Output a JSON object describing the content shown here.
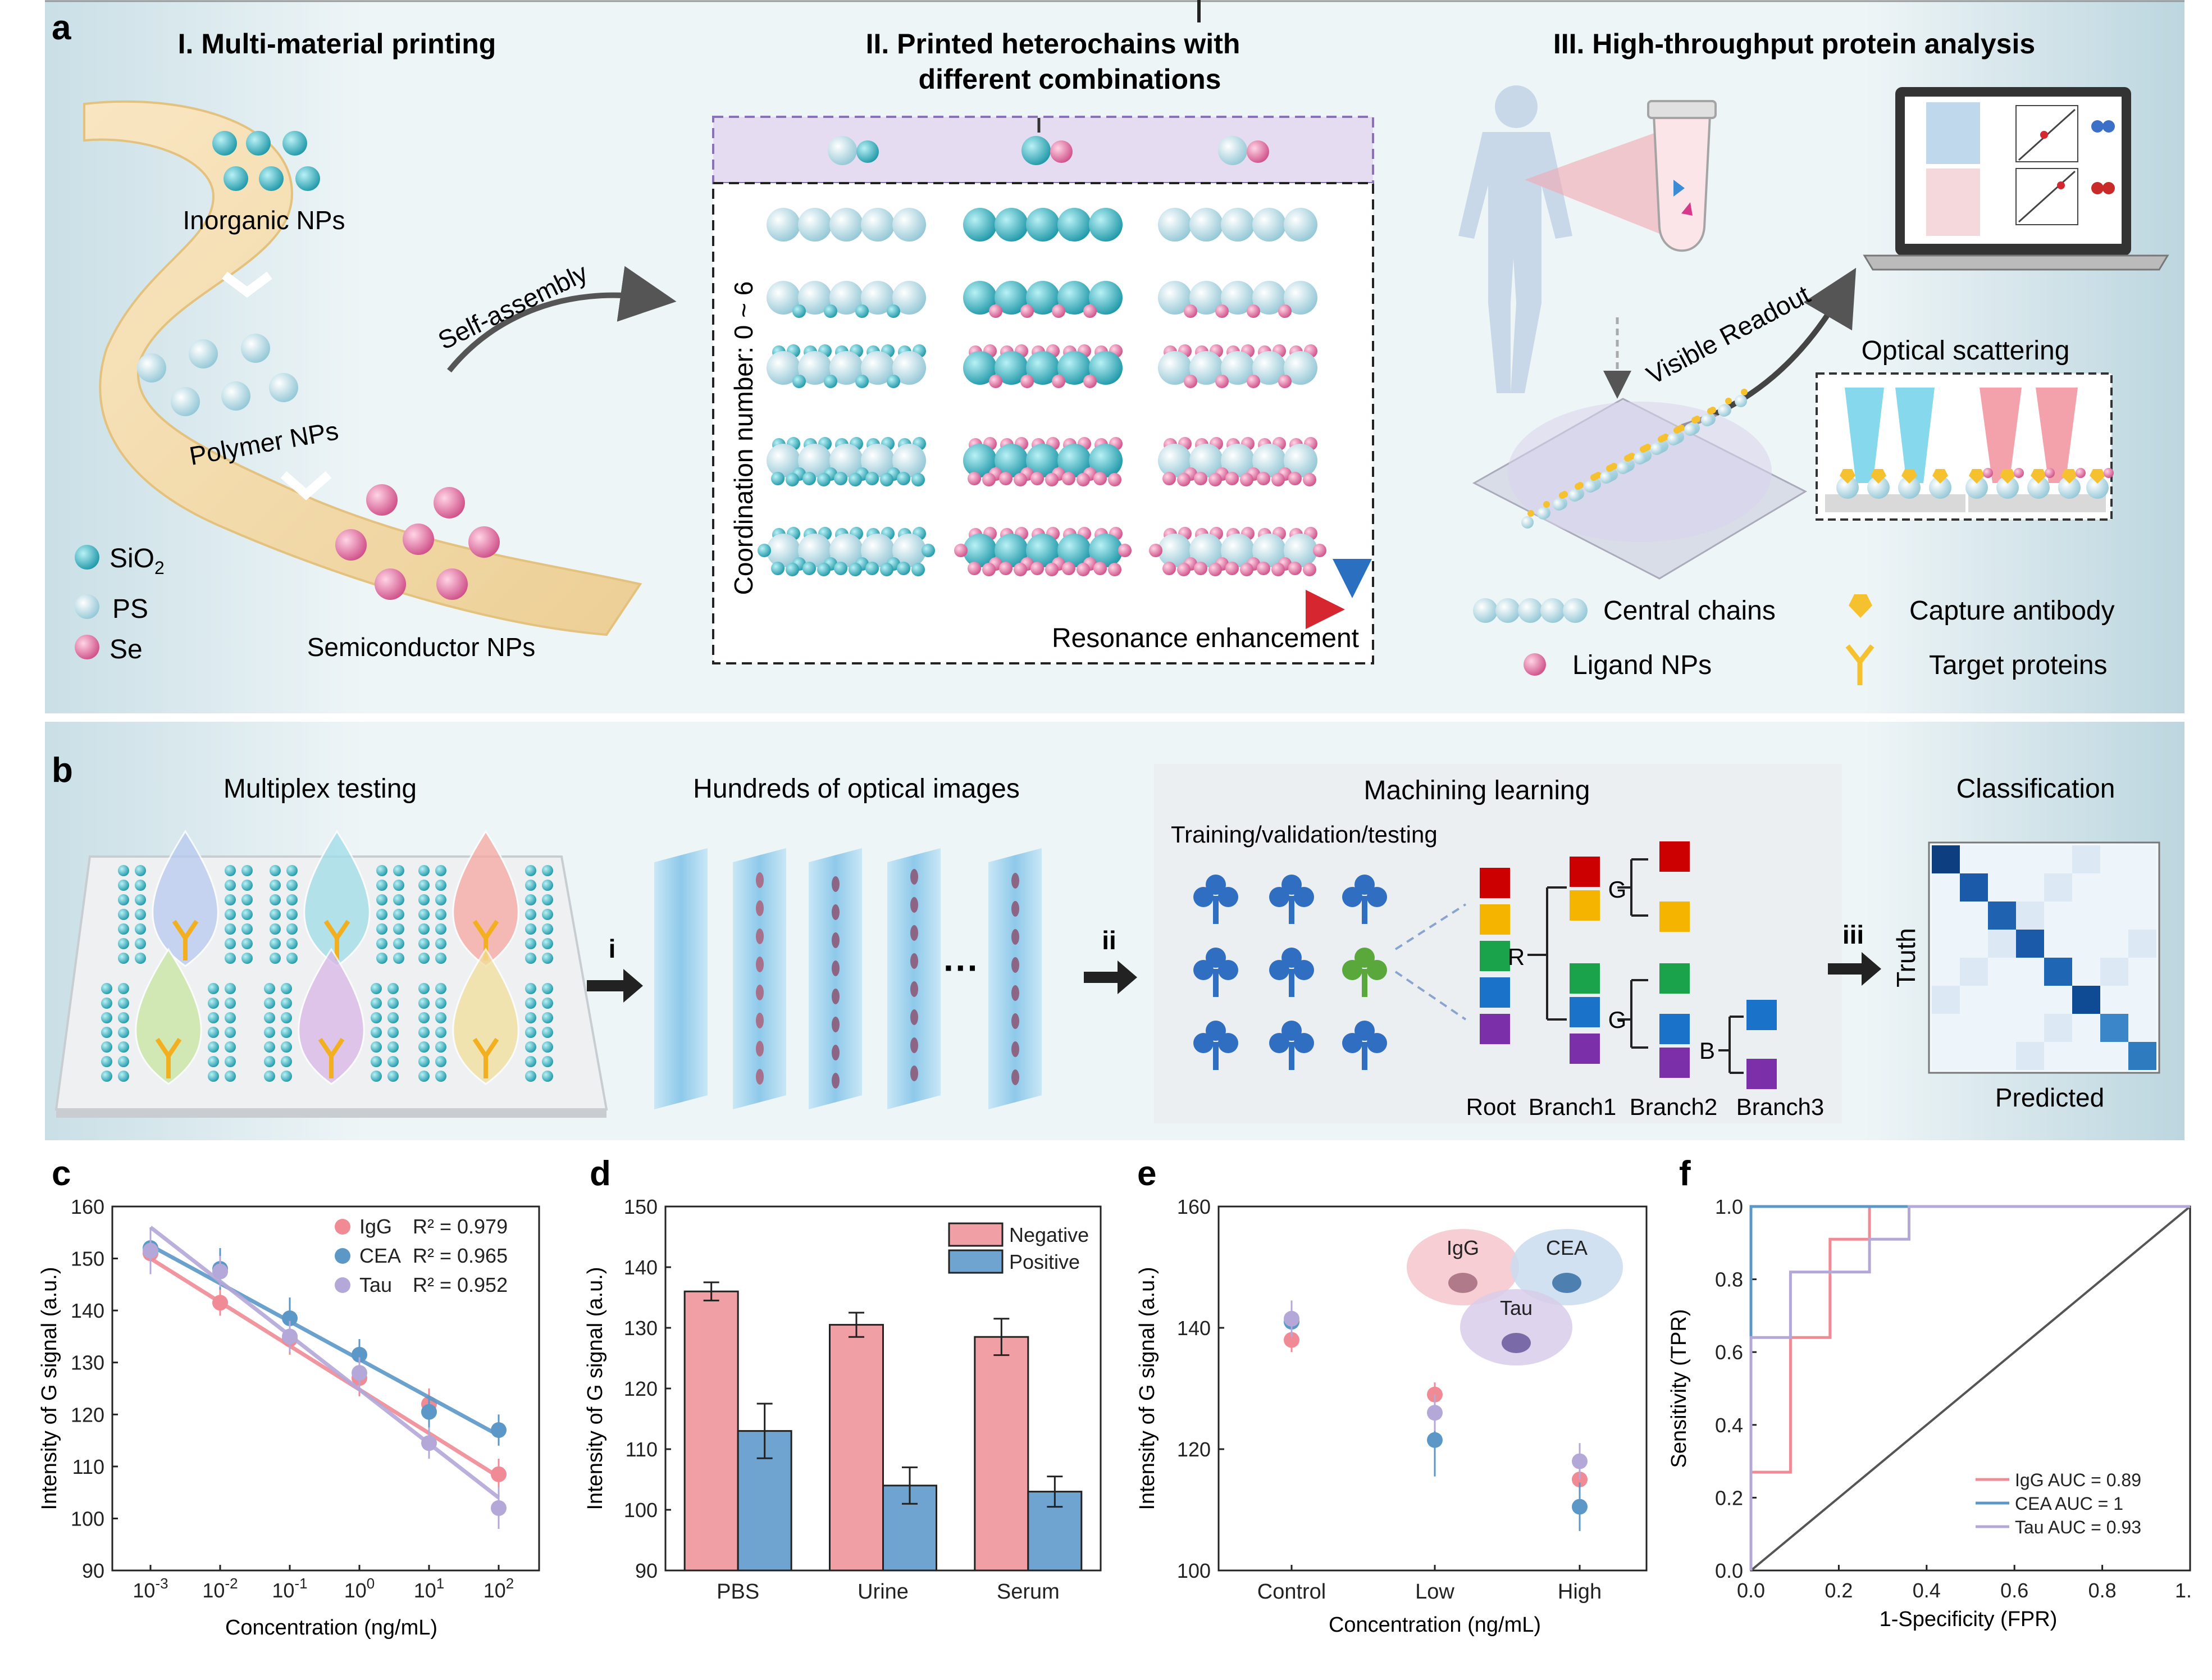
{
  "panel_a": {
    "label": "a",
    "sec1_title": "I.  Multi-material printing",
    "sec2_title_l1": "II. Printed heterochains with",
    "sec2_title_l2": "different combinations",
    "sec3_title": "III.  High-throughput protein analysis",
    "inorganic": "Inorganic NPs",
    "polymer": "Polymer NPs",
    "semiconductor": "Semiconductor NPs",
    "self_assembly": "Self-assembly",
    "legend_sio2": "SiO",
    "legend_sio2_sub": "2",
    "legend_ps": "PS",
    "legend_se": "Se",
    "coordination": "Coordination number: 0 ~ 6",
    "resonance": "Resonance enhancement",
    "visible_readout": "Visible Readout",
    "optical_scattering": "Optical scattering",
    "central_chains": "Central chains",
    "ligand_nps": "Ligand NPs",
    "capture_antibody": "Capture antibody",
    "target_proteins": "Target proteins",
    "colors": {
      "sio2": "#3bb6c4",
      "ps": "#c8e6ee",
      "se": "#e27aa6",
      "band": "#f6deb0"
    }
  },
  "panel_b": {
    "label": "b",
    "multiplex": "Multiplex testing",
    "optical_images": "Hundreds of optical images",
    "ml": "Machining learning",
    "tvt": "Training/validation/testing",
    "classification": "Classification",
    "step_i": "i",
    "step_ii": "ii",
    "step_iii": "iii",
    "ellipsis": "···",
    "root": "Root",
    "branch1": "Branch1",
    "branch2": "Branch2",
    "branch3": "Branch3",
    "node_r": "R",
    "node_g1": "G",
    "node_g2": "G",
    "node_b": "B",
    "truth": "Truth",
    "predicted": "Predicted",
    "class_colors": [
      "#cc0000",
      "#f4b400",
      "#1aa34a",
      "#1a73c8",
      "#7b2fa8"
    ]
  },
  "panel_c": {
    "label": "c",
    "chart_data": {
      "type": "scatter",
      "xlabel": "Concentration (ng/mL)",
      "ylabel": "Intensity of G signal (a.u.)",
      "x_ticks": [
        "10",
        "10",
        "10",
        "10",
        "10",
        "10"
      ],
      "x_tick_exp": [
        "-3",
        "-2",
        "-1",
        "0",
        "1",
        "2"
      ],
      "x_log10": [
        -3,
        -2,
        -1,
        0,
        1,
        2
      ],
      "y_ticks": [
        "90",
        "100",
        "110",
        "120",
        "130",
        "140",
        "150",
        "160"
      ],
      "ylim": [
        90,
        160
      ],
      "series": [
        {
          "name": "IgG",
          "r2": "R² = 0.979",
          "color": "#f08a95",
          "y": [
            151,
            141.5,
            134.5,
            127,
            122,
            108.5
          ],
          "err": [
            4,
            2.5,
            3,
            3.5,
            3,
            3
          ],
          "fit": [
            150,
            108
          ]
        },
        {
          "name": "CEA",
          "r2": "R² = 0.965",
          "color": "#5b98c8",
          "y": [
            152,
            148,
            138.5,
            131.5,
            120.5,
            117
          ],
          "err": [
            4,
            4,
            4,
            3,
            3,
            3
          ],
          "fit": [
            152.5,
            116
          ]
        },
        {
          "name": "Tau",
          "r2": "R² = 0.952",
          "color": "#b4a8d8",
          "y": [
            151.5,
            147.5,
            135,
            128,
            114.5,
            102
          ],
          "err": [
            4.5,
            3,
            3,
            3,
            3,
            4
          ],
          "fit": [
            156,
            104
          ]
        }
      ]
    }
  },
  "panel_d": {
    "label": "d",
    "chart_data": {
      "type": "bar",
      "categories": [
        "PBS",
        "Urine",
        "Serum"
      ],
      "xlabel": "",
      "ylabel": "Intensity of G signal (a.u.)",
      "y_ticks": [
        "90",
        "100",
        "110",
        "120",
        "130",
        "140",
        "150"
      ],
      "ylim": [
        90,
        150
      ],
      "series": [
        {
          "name": "Negative",
          "color": "#f0a0a5",
          "values": [
            136,
            130.5,
            128.5
          ],
          "err": [
            1.5,
            2,
            3
          ]
        },
        {
          "name": "Positive",
          "color": "#6fa3d0",
          "values": [
            113,
            104,
            103
          ],
          "err": [
            4.5,
            3,
            2.5
          ]
        }
      ]
    }
  },
  "panel_e": {
    "label": "e",
    "chart_data": {
      "type": "scatter",
      "categories": [
        "Control",
        "Low",
        "High"
      ],
      "xlabel": "Concentration (ng/mL)",
      "ylabel": "Intensity of G signal (a.u.)",
      "y_ticks": [
        "100",
        "120",
        "140",
        "160"
      ],
      "ylim": [
        100,
        160
      ],
      "series": [
        {
          "name": "IgG",
          "color": "#f08a95",
          "y": [
            138,
            129,
            115
          ],
          "err": [
            2,
            2,
            3
          ]
        },
        {
          "name": "CEA",
          "color": "#5b98c8",
          "y": [
            141,
            121.5,
            110.5
          ],
          "err": [
            2,
            6,
            4
          ]
        },
        {
          "name": "Tau",
          "color": "#b4a8d8",
          "y": [
            141.5,
            126,
            118
          ],
          "err": [
            3,
            3,
            3
          ]
        }
      ],
      "venn": [
        "IgG",
        "CEA",
        "Tau"
      ]
    }
  },
  "panel_f": {
    "label": "f",
    "chart_data": {
      "type": "line",
      "xlabel": "1-Specificity (FPR)",
      "ylabel": "Sensitivity (TPR)",
      "x_ticks": [
        "0.0",
        "0.2",
        "0.4",
        "0.6",
        "0.8",
        "1."
      ],
      "y_ticks": [
        "0.0",
        "0.2",
        "0.4",
        "0.6",
        "0.8",
        "1.0"
      ],
      "xlim": [
        0,
        1
      ],
      "ylim": [
        0,
        1
      ],
      "series": [
        {
          "name": "IgG",
          "label": "IgG  AUC = 0.89",
          "color": "#f08a95",
          "points": [
            [
              0,
              0
            ],
            [
              0,
              0.27
            ],
            [
              0.09,
              0.27
            ],
            [
              0.09,
              0.64
            ],
            [
              0.18,
              0.64
            ],
            [
              0.18,
              0.91
            ],
            [
              0.27,
              0.91
            ],
            [
              0.27,
              1
            ],
            [
              1,
              1
            ]
          ]
        },
        {
          "name": "CEA",
          "label": "CEA AUC = 1",
          "color": "#5b98c8",
          "points": [
            [
              0,
              0
            ],
            [
              0,
              1
            ],
            [
              1,
              1
            ]
          ]
        },
        {
          "name": "Tau",
          "label": "Tau  AUC = 0.93",
          "color": "#b4a8d8",
          "points": [
            [
              0,
              0
            ],
            [
              0,
              0.64
            ],
            [
              0.09,
              0.64
            ],
            [
              0.09,
              0.82
            ],
            [
              0.27,
              0.82
            ],
            [
              0.27,
              0.91
            ],
            [
              0.36,
              0.91
            ],
            [
              0.36,
              1
            ],
            [
              1,
              1
            ]
          ]
        }
      ]
    }
  }
}
